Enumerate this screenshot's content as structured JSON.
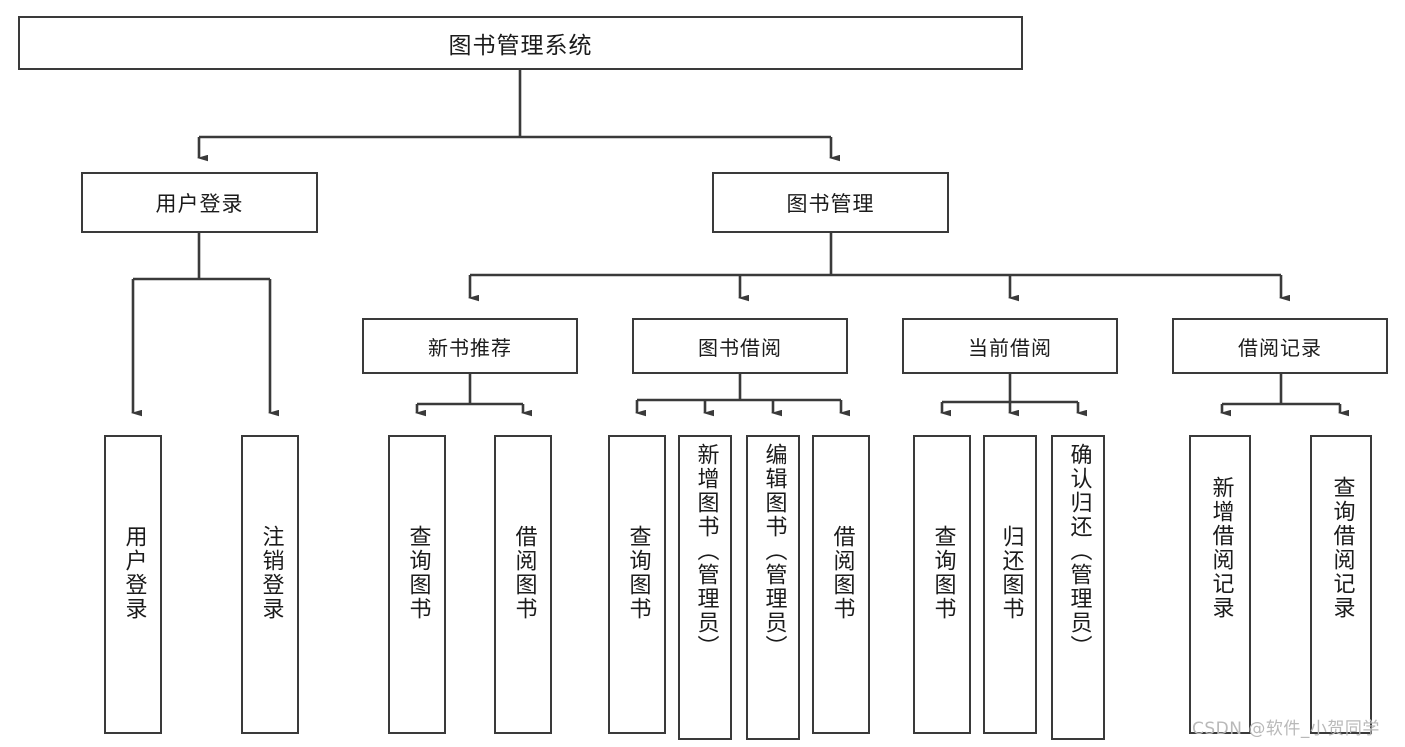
{
  "diagram": {
    "title": "图书管理系统",
    "background_color": "#ffffff",
    "line_color": "#3a3a3a",
    "text_color": "#1b1b1b",
    "watermark": "CSDN @软件_小贺同学"
  },
  "nodes": {
    "root": {
      "label": "图书管理系统"
    },
    "level2": [
      {
        "label": "用户登录"
      },
      {
        "label": "图书管理"
      }
    ],
    "level3": [
      {
        "label": "新书推荐"
      },
      {
        "label": "图书借阅"
      },
      {
        "label": "当前借阅"
      },
      {
        "label": "借阅记录"
      }
    ],
    "leaves": {
      "user_login": [
        {
          "label": "用户登录"
        },
        {
          "label": "注销登录"
        }
      ],
      "new_book": [
        {
          "label": "查询图书"
        },
        {
          "label": "借阅图书"
        }
      ],
      "book_borrow": [
        {
          "label": "查询图书"
        },
        {
          "label": "新增图书（管理员）"
        },
        {
          "label": "编辑图书（管理员）"
        },
        {
          "label": "借阅图书"
        }
      ],
      "current_borrow": [
        {
          "label": "查询图书"
        },
        {
          "label": "归还图书"
        },
        {
          "label": "确认归还（管理员）"
        }
      ],
      "borrow_record": [
        {
          "label": "新增借阅记录"
        },
        {
          "label": "查询借阅记录"
        }
      ]
    }
  }
}
